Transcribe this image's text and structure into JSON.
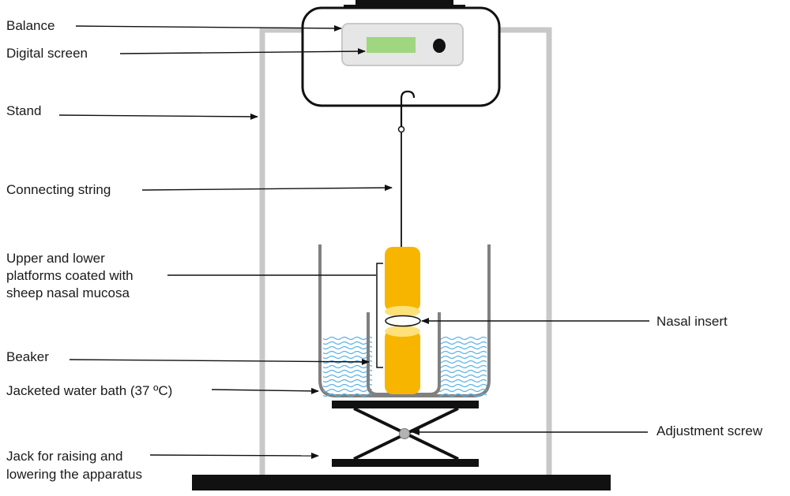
{
  "labels": {
    "balance": "Balance",
    "digital_screen": "Digital screen",
    "stand": "Stand",
    "connecting_string": "Connecting string",
    "platforms_line1": "Upper and lower",
    "platforms_line2": "platforms coated with",
    "platforms_line3": "sheep nasal mucosa",
    "beaker": "Beaker",
    "water_bath": "Jacketed water bath (37 ºC)",
    "jack_line1": "Jack for raising and",
    "jack_line2": "lowering the apparatus",
    "nasal_insert": "Nasal insert",
    "adjustment_screw": "Adjustment screw"
  },
  "colors": {
    "stand": "#c8c8c8",
    "screen": "#9fd67f",
    "platform": "#f7b500",
    "platform_light": "#ffe17a",
    "water": "#59b3e6",
    "beaker": "#808080",
    "dark": "#111111"
  }
}
